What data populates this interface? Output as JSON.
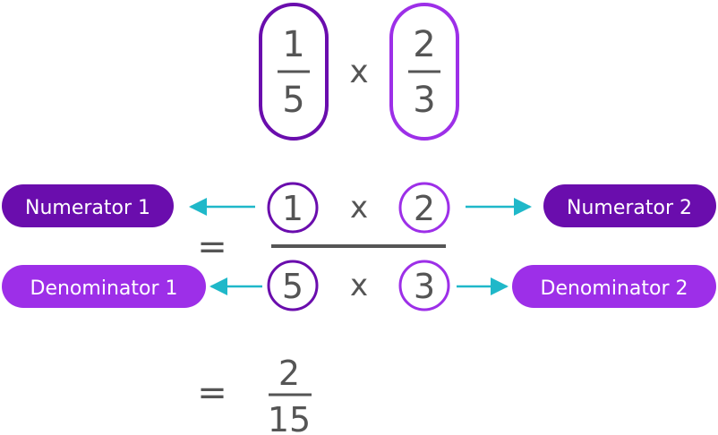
{
  "colors": {
    "dark_purple": "#6a0dad",
    "light_purple": "#9d2fe8",
    "arrow_teal": "#1fb8c9",
    "number_gray": "#555555"
  },
  "top_expression": {
    "fraction1": {
      "numerator": "1",
      "denominator": "5"
    },
    "operator": "x",
    "fraction2": {
      "numerator": "2",
      "denominator": "3"
    }
  },
  "expanded": {
    "equals": "=",
    "numerators": {
      "left": "1",
      "operator": "x",
      "right": "2"
    },
    "denominators": {
      "left": "5",
      "operator": "x",
      "right": "3"
    }
  },
  "labels": {
    "numerator1": "Numerator 1",
    "numerator2": "Numerator 2",
    "denominator1": "Denominator 1",
    "denominator2": "Denominator 2"
  },
  "result": {
    "equals": "=",
    "numerator": "2",
    "denominator": "15"
  }
}
